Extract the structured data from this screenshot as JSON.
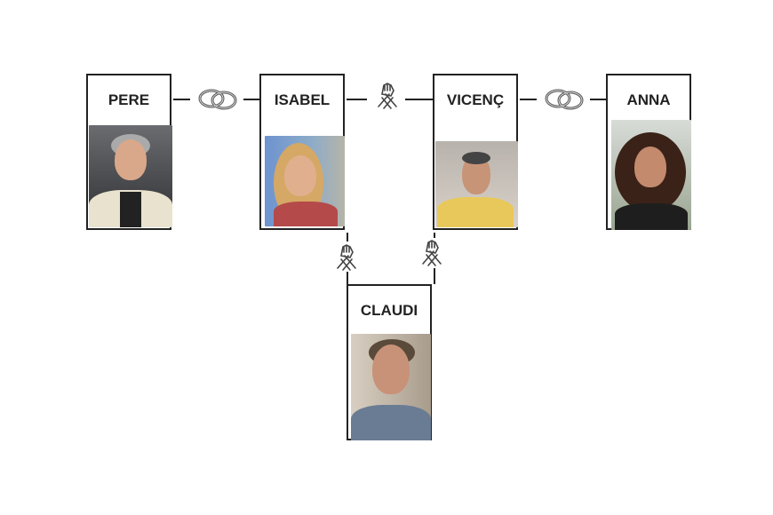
{
  "people": {
    "pere": {
      "name": "PERE"
    },
    "isabel": {
      "name": "ISABEL"
    },
    "vicenc": {
      "name": "VICENÇ"
    },
    "anna": {
      "name": "ANNA"
    },
    "claudi": {
      "name": "CLAUDI"
    }
  },
  "relations": [
    {
      "from": "pere",
      "to": "isabel",
      "icon": "wedding-rings-icon"
    },
    {
      "from": "isabel",
      "to": "vicenc",
      "icon": "handshake-icon"
    },
    {
      "from": "vicenc",
      "to": "anna",
      "icon": "wedding-rings-icon"
    },
    {
      "from": "isabel",
      "to": "claudi",
      "icon": "handshake-icon"
    },
    {
      "from": "vicenc",
      "to": "claudi",
      "icon": "handshake-icon"
    }
  ]
}
